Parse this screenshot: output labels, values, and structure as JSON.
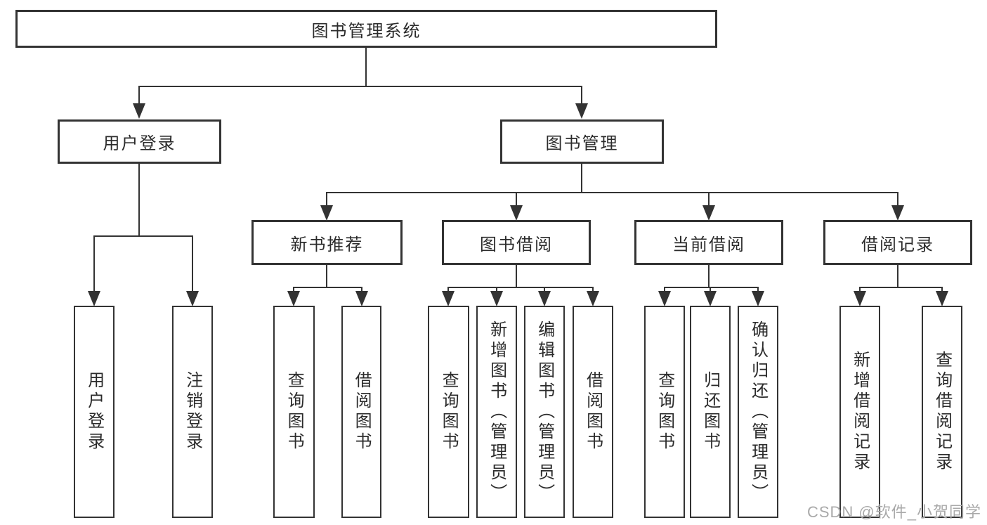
{
  "colors": {
    "line": "#333333",
    "box_bg": "#ffffff",
    "text": "#2b2b2b",
    "watermark_gray": "#a9a9a9",
    "page_bg": "#ffffff"
  },
  "watermark": {
    "text": "CSDN @软件_小贺同学"
  },
  "tree": {
    "label": "图书管理系统",
    "children": [
      {
        "label": "用户登录",
        "children": [
          {
            "label": "用户登录"
          },
          {
            "label": "注销登录"
          }
        ]
      },
      {
        "label": "图书管理",
        "children": [
          {
            "label": "新书推荐",
            "children": [
              {
                "label": "查询图书"
              },
              {
                "label": "借阅图书"
              }
            ]
          },
          {
            "label": "图书借阅",
            "children": [
              {
                "label": "查询图书"
              },
              {
                "label": "新增图书（管理员）"
              },
              {
                "label": "编辑图书（管理员）"
              },
              {
                "label": "借阅图书"
              }
            ]
          },
          {
            "label": "当前借阅",
            "children": [
              {
                "label": "查询图书"
              },
              {
                "label": "归还图书"
              },
              {
                "label": "确认归还（管理员）"
              }
            ]
          },
          {
            "label": "借阅记录",
            "children": [
              {
                "label": "新增借阅记录"
              },
              {
                "label": "查询借阅记录"
              }
            ]
          }
        ]
      }
    ]
  }
}
